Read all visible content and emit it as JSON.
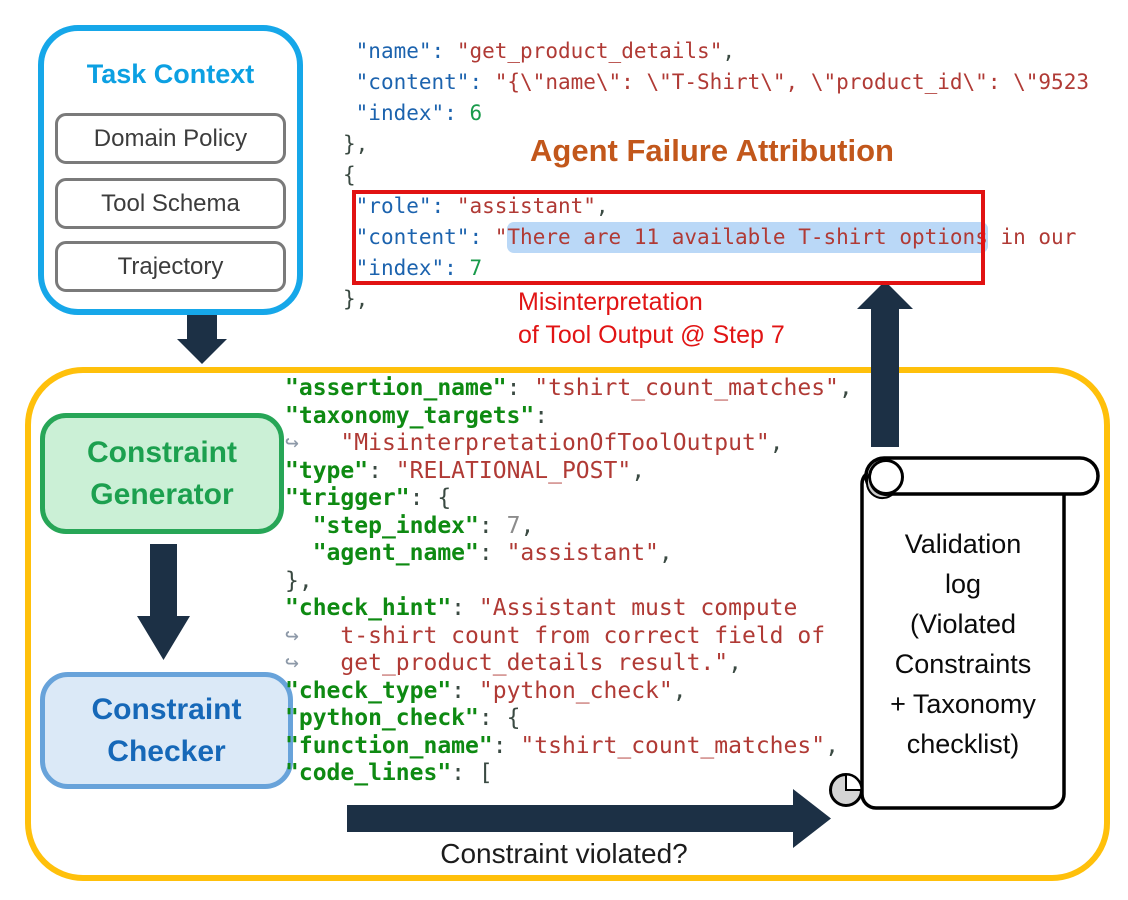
{
  "diagram_title": "Agent Failure Attribution",
  "task_context": {
    "title": "Task Context",
    "items": [
      "Domain Policy",
      "Tool Schema",
      "Trajectory"
    ]
  },
  "trajectory_code": {
    "lines": [
      [
        [
          "p",
          " "
        ],
        [
          "b",
          "\"name\":"
        ],
        [
          "p",
          " "
        ],
        [
          "s",
          "\"get_product_details\""
        ],
        [
          "p",
          ","
        ]
      ],
      [
        [
          "p",
          " "
        ],
        [
          "b",
          "\"content\":"
        ],
        [
          "p",
          " "
        ],
        [
          "s",
          "\"{\\\"name\\\": \\\"T-Shirt\\\", \\\"product_id\\\": \\\"9523"
        ]
      ],
      [
        [
          "p",
          " "
        ],
        [
          "b",
          "\"index\":"
        ],
        [
          "p",
          " "
        ],
        [
          "n",
          "6"
        ]
      ],
      [
        [
          "p",
          "},"
        ]
      ],
      [
        [
          "p",
          "{"
        ]
      ],
      [
        [
          "p",
          " "
        ],
        [
          "b",
          "\"role\":"
        ],
        [
          "p",
          " "
        ],
        [
          "s",
          "\"assistant\""
        ],
        [
          "p",
          ","
        ]
      ],
      [
        [
          "p",
          " "
        ],
        [
          "b",
          "\"content\":"
        ],
        [
          "p",
          " "
        ],
        [
          "s",
          "\""
        ],
        [
          "h",
          "There are 11 available T-shirt options"
        ],
        [
          "s",
          " in our"
        ]
      ],
      [
        [
          "p",
          " "
        ],
        [
          "b",
          "\"index\":"
        ],
        [
          "p",
          " "
        ],
        [
          "n",
          "7"
        ]
      ],
      [
        [
          "p",
          "},"
        ]
      ]
    ]
  },
  "failure_annotation": {
    "lines": [
      "Misinterpretation",
      "of Tool Output @ Step 7"
    ]
  },
  "pipeline": {
    "generator_label": "Constraint Generator",
    "checker_label": "Constraint Checker",
    "question_label": "Constraint violated?",
    "constraint_code": {
      "lines": [
        [
          [
            "g",
            "\"assertion_name\""
          ],
          [
            "p",
            ": "
          ],
          [
            "s",
            "\"tshirt_count_matches\""
          ],
          [
            "p",
            ","
          ]
        ],
        [
          [
            "g",
            "\"taxonomy_targets\""
          ],
          [
            "p",
            ":"
          ]
        ],
        [
          [
            "a",
            "↪"
          ],
          [
            "p",
            "   "
          ],
          [
            "s",
            "\"MisinterpretationOfToolOutput\""
          ],
          [
            "p",
            ","
          ]
        ],
        [
          [
            "g",
            "\"type\""
          ],
          [
            "p",
            ": "
          ],
          [
            "s",
            "\"RELATIONAL_POST\""
          ],
          [
            "p",
            ","
          ]
        ],
        [
          [
            "g",
            "\"trigger\""
          ],
          [
            "p",
            ": {"
          ]
        ],
        [
          [
            "p",
            "  "
          ],
          [
            "g",
            "\"step_index\""
          ],
          [
            "p",
            ": "
          ],
          [
            "y",
            "7"
          ],
          [
            "p",
            ","
          ]
        ],
        [
          [
            "p",
            "  "
          ],
          [
            "g",
            "\"agent_name\""
          ],
          [
            "p",
            ": "
          ],
          [
            "s",
            "\"assistant\""
          ],
          [
            "p",
            ","
          ]
        ],
        [
          [
            "p",
            "},"
          ]
        ],
        [
          [
            "g",
            "\"check_hint\""
          ],
          [
            "p",
            ": "
          ],
          [
            "s",
            "\"Assistant must compute"
          ]
        ],
        [
          [
            "a",
            "↪"
          ],
          [
            "p",
            "   "
          ],
          [
            "s",
            "t-shirt count from correct field of"
          ]
        ],
        [
          [
            "a",
            "↪"
          ],
          [
            "p",
            "   "
          ],
          [
            "s",
            "get_product_details result.\""
          ],
          [
            "p",
            ","
          ]
        ],
        [
          [
            "g",
            "\"check_type\""
          ],
          [
            "p",
            ": "
          ],
          [
            "s",
            "\"python_check\""
          ],
          [
            "p",
            ","
          ]
        ],
        [
          [
            "g",
            "\"python_check\""
          ],
          [
            "p",
            ": {"
          ]
        ],
        [
          [
            "g",
            "\"function_name\""
          ],
          [
            "p",
            ": "
          ],
          [
            "s",
            "\"tshirt_count_matches\""
          ],
          [
            "p",
            ","
          ]
        ],
        [
          [
            "g",
            "\"code_lines\""
          ],
          [
            "p",
            ": ["
          ]
        ]
      ]
    }
  },
  "validation_log": {
    "lines": [
      "Validation",
      "log",
      "(Violated",
      "Constraints",
      "+ Taxonomy",
      "checklist)"
    ]
  },
  "palette": {
    "task_context_blue": "#16A7E9",
    "pipeline_yellow": "#FFC00B",
    "generator_green_border": "#27A657",
    "generator_green_fill": "#CBF0D6",
    "generator_green_text": "#1CA04F",
    "checker_blue_border": "#68A3DA",
    "checker_blue_fill": "#DBE9F7",
    "checker_blue_text": "#1668B8",
    "arrow_navy": "#1C3045",
    "failure_red": "#E11212",
    "highlight_blue": "#BAD8F7",
    "title_orange": "#C2571B",
    "code_key_blue": "#1C63AE",
    "code_key_green": "#0E8A12",
    "code_string_red": "#B03A35",
    "code_number_green": "#189A4A"
  }
}
